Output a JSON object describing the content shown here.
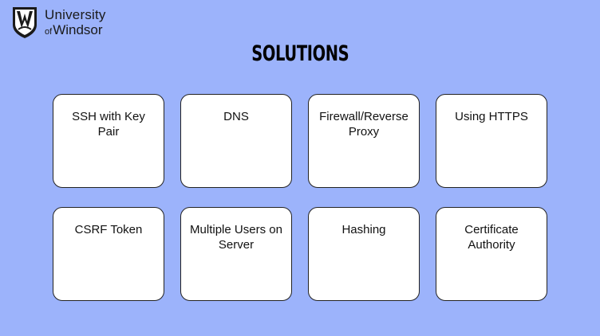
{
  "logo": {
    "line1": "University",
    "line2_prefix": "of",
    "line2_main": "Windsor"
  },
  "slide": {
    "title": "SOLUTIONS",
    "cards": [
      {
        "label": "SSH with Key Pair"
      },
      {
        "label": "DNS"
      },
      {
        "label": "Firewall/Reverse Proxy"
      },
      {
        "label": "Using HTTPS"
      },
      {
        "label": "CSRF Token"
      },
      {
        "label": "Multiple Users on Server"
      },
      {
        "label": "Hashing"
      },
      {
        "label": "Certificate Authority"
      }
    ]
  },
  "colors": {
    "background": "#9cb3fb",
    "card": "#ffffff"
  }
}
